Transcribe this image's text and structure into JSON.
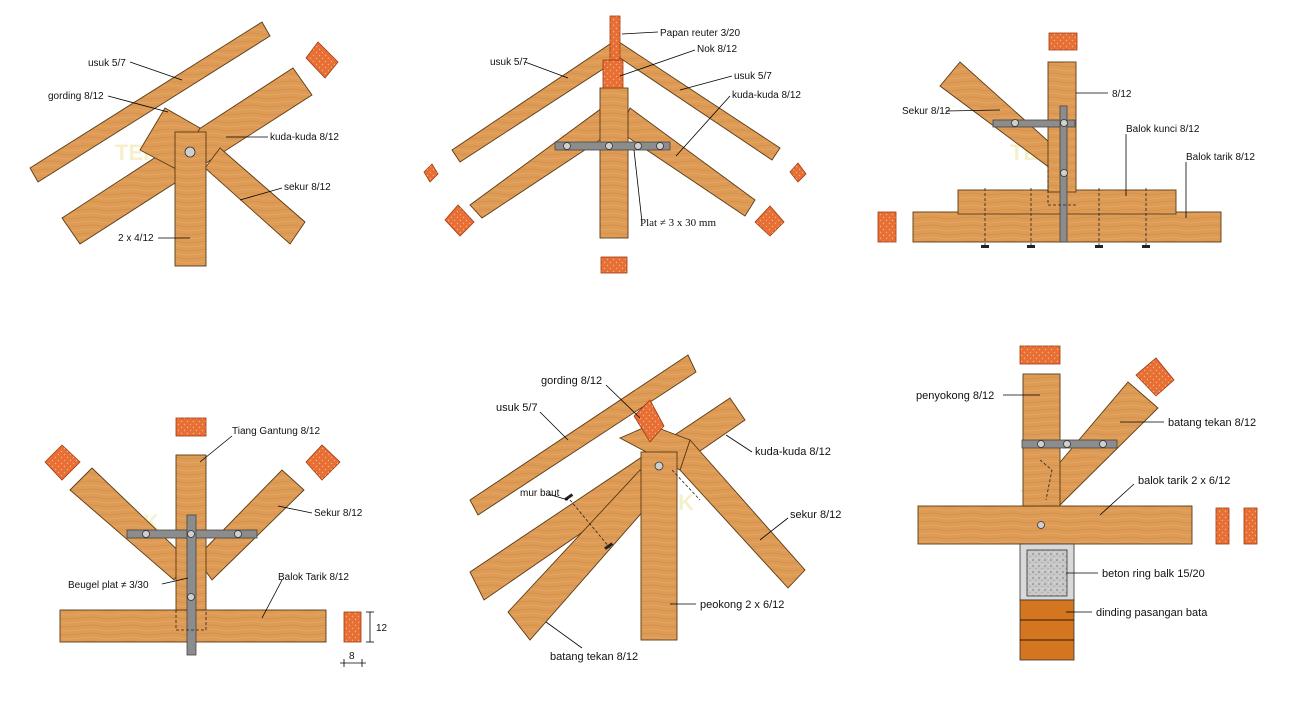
{
  "colors": {
    "wood_light": "#e9ad6b",
    "wood_dark": "#c8823f",
    "brick": "#e46a2c",
    "plate": "#8c8c8c",
    "concrete": "#bdbdbd",
    "masonry": "#d4751f"
  },
  "panel1": {
    "labels": [
      "usuk 5/7",
      "gording 8/12",
      "kuda-kuda 8/12",
      "sekur 8/12",
      "2 x 4/12"
    ]
  },
  "panel2": {
    "labels": [
      "Papan reuter 3/20",
      "Nok 8/12",
      "usuk 5/7",
      "usuk 5/7",
      "kuda-kuda 8/12",
      "Plat ≠ 3 x 30 mm"
    ]
  },
  "panel3": {
    "labels": [
      "8/12",
      "Sekur 8/12",
      "Balok kunci 8/12",
      "Balok tarik 8/12"
    ]
  },
  "panel4": {
    "labels": [
      "Tiang Gantung 8/12",
      "Sekur 8/12",
      "Beugel plat ≠ 3/30",
      "Balok Tarik 8/12"
    ],
    "dimensions": [
      "12",
      "8"
    ]
  },
  "panel5": {
    "labels": [
      "gording 8/12",
      "usuk 5/7",
      "kuda-kuda 8/12",
      "mur baut",
      "sekur 8/12",
      "peokong 2 x 6/12",
      "batang tekan 8/12"
    ]
  },
  "panel6": {
    "labels": [
      "penyokong 8/12",
      "batang tekan 8/12",
      "balok tarik 2 x 6/12",
      "beton ring balk 15/20",
      "dinding pasangan bata"
    ]
  },
  "watermark": "TEK"
}
